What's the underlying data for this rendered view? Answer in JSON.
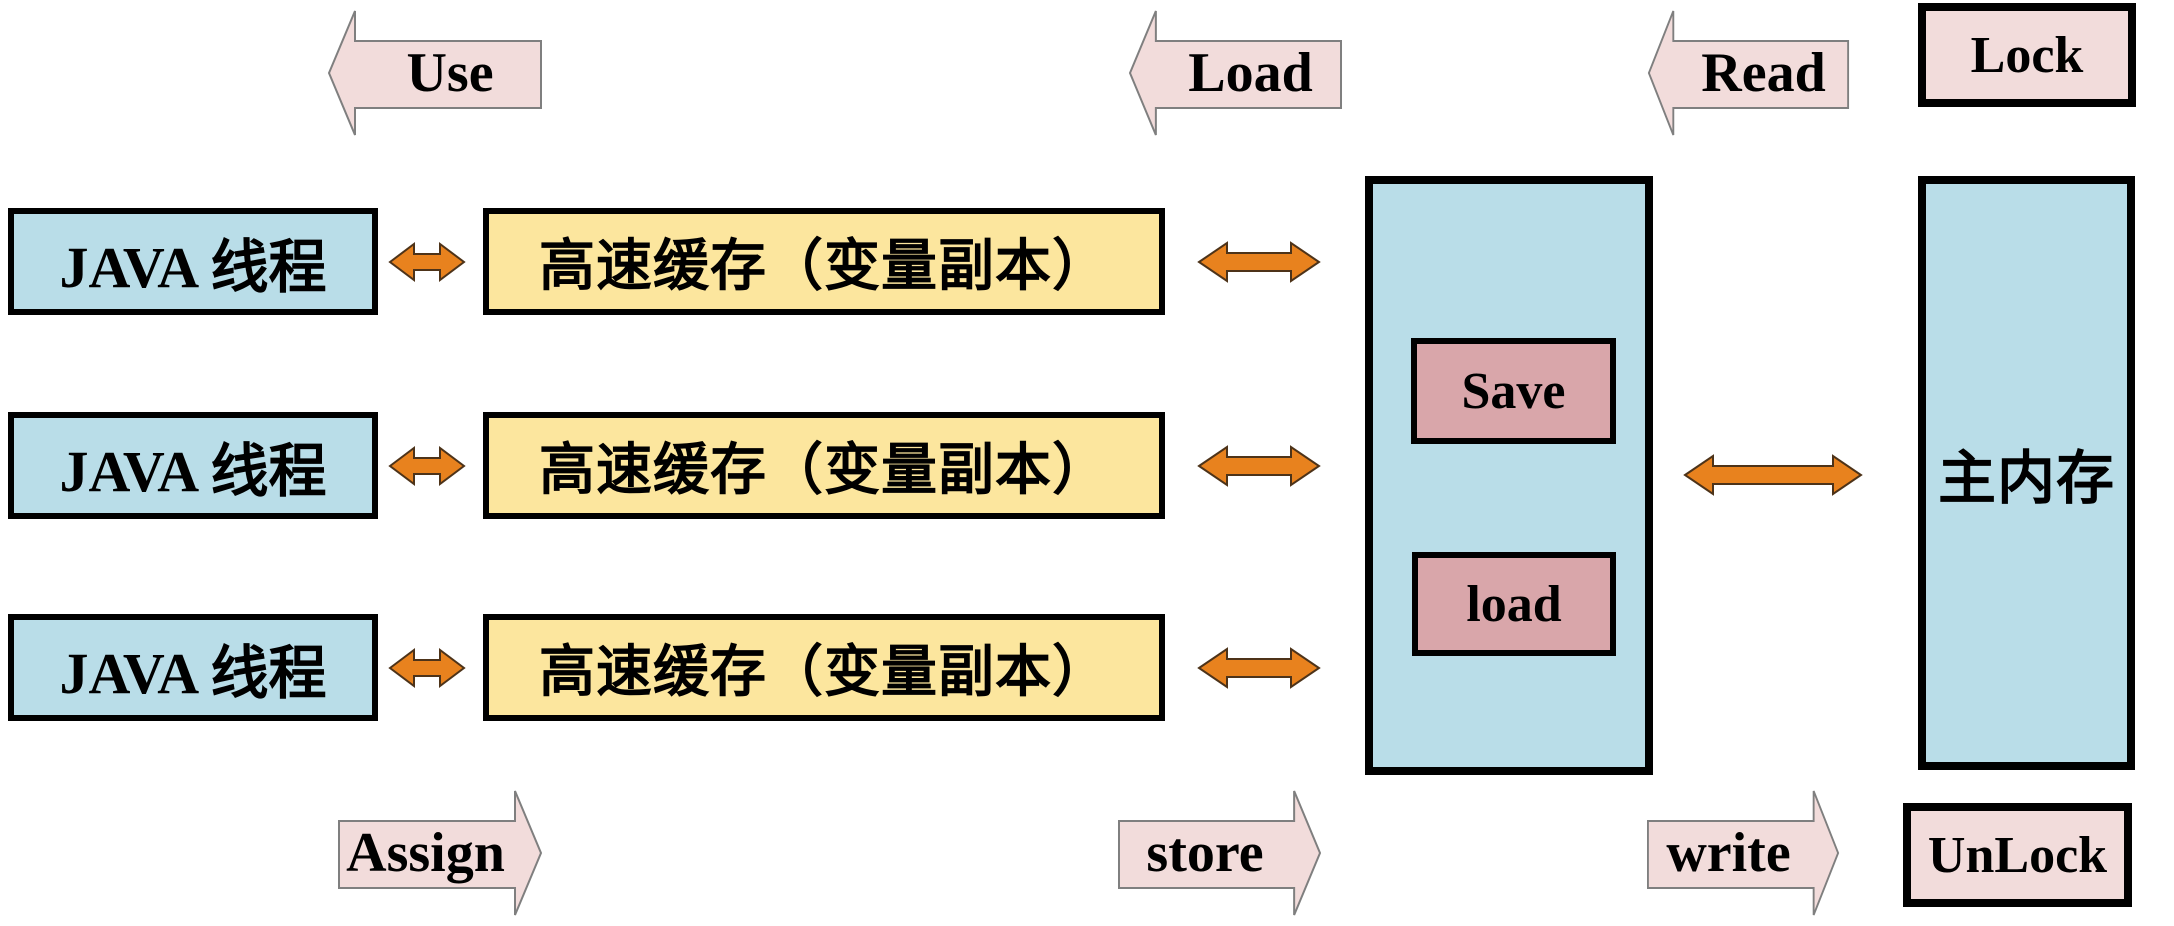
{
  "colors": {
    "pink": "#f2dcdb",
    "pink_stroke": "#7f7f7f",
    "blue": "#b9dde8",
    "yellow": "#fce69e",
    "rose": "#d9a6aa",
    "orange": "#e8821e",
    "orange_stroke": "#4d3319"
  },
  "top_arrows": {
    "use": "Use",
    "load": "Load",
    "read": "Read"
  },
  "bottom_arrows": {
    "assign": "Assign",
    "store": "store",
    "write": "write"
  },
  "boxes": {
    "lock": "Lock",
    "unlock": "UnLock",
    "main_memory": "主内存",
    "save": "Save",
    "load_op": "load"
  },
  "rows": [
    {
      "thread": "JAVA 线程",
      "cache": "高速缓存（变量副本）"
    },
    {
      "thread": "JAVA 线程",
      "cache": "高速缓存（变量副本）"
    },
    {
      "thread": "JAVA 线程",
      "cache": "高速缓存（变量副本）"
    }
  ]
}
